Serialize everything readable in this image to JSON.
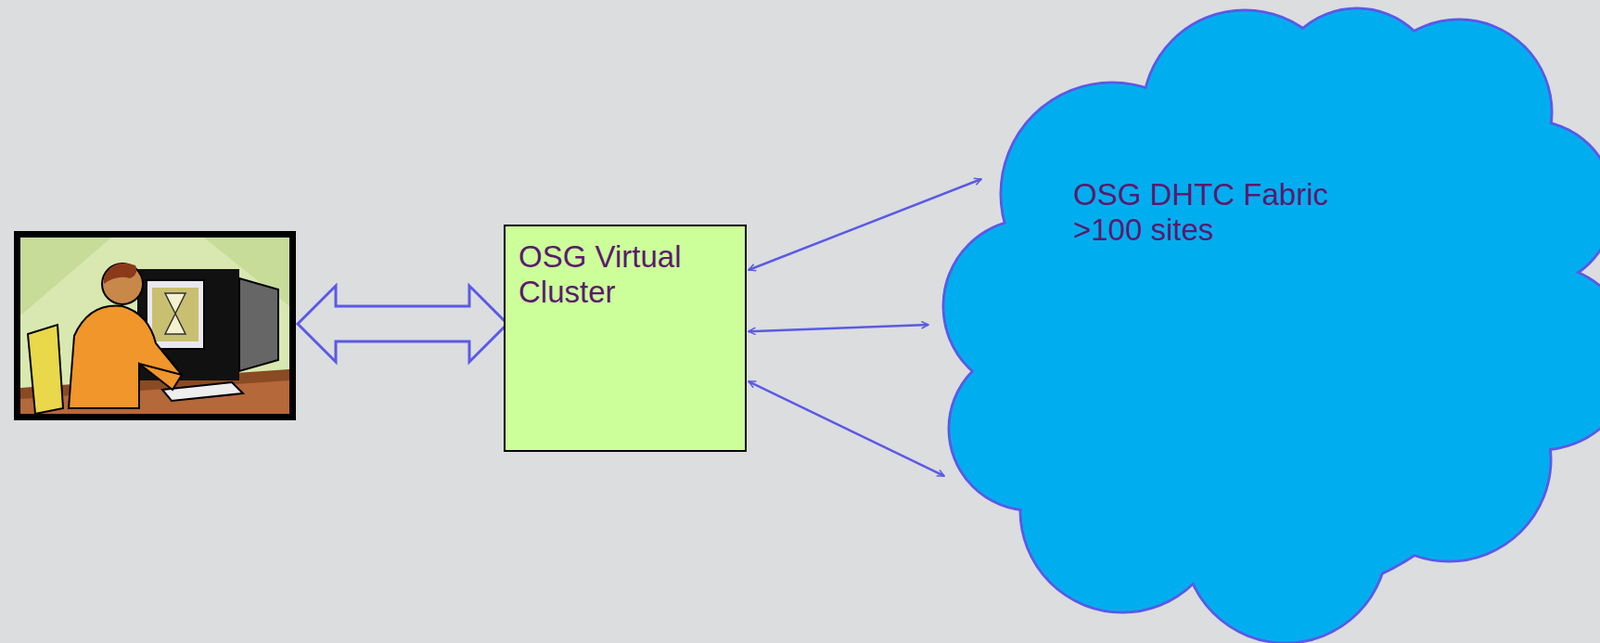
{
  "diagram": {
    "nodes": [
      {
        "text": [
          "OSG Virtual Cluster"
        ]
      },
      {
        "text": [
          "OSG DHTC Fabric",
          ">100 sites"
        ]
      }
    ],
    "edges": [
      {
        "from": 0,
        "to": 1,
        "arrow": "both"
      },
      {
        "from": 0,
        "to": 1,
        "arrow": "both"
      },
      {
        "from": 0,
        "to": 1,
        "arrow": "both"
      }
    ]
  }
}
